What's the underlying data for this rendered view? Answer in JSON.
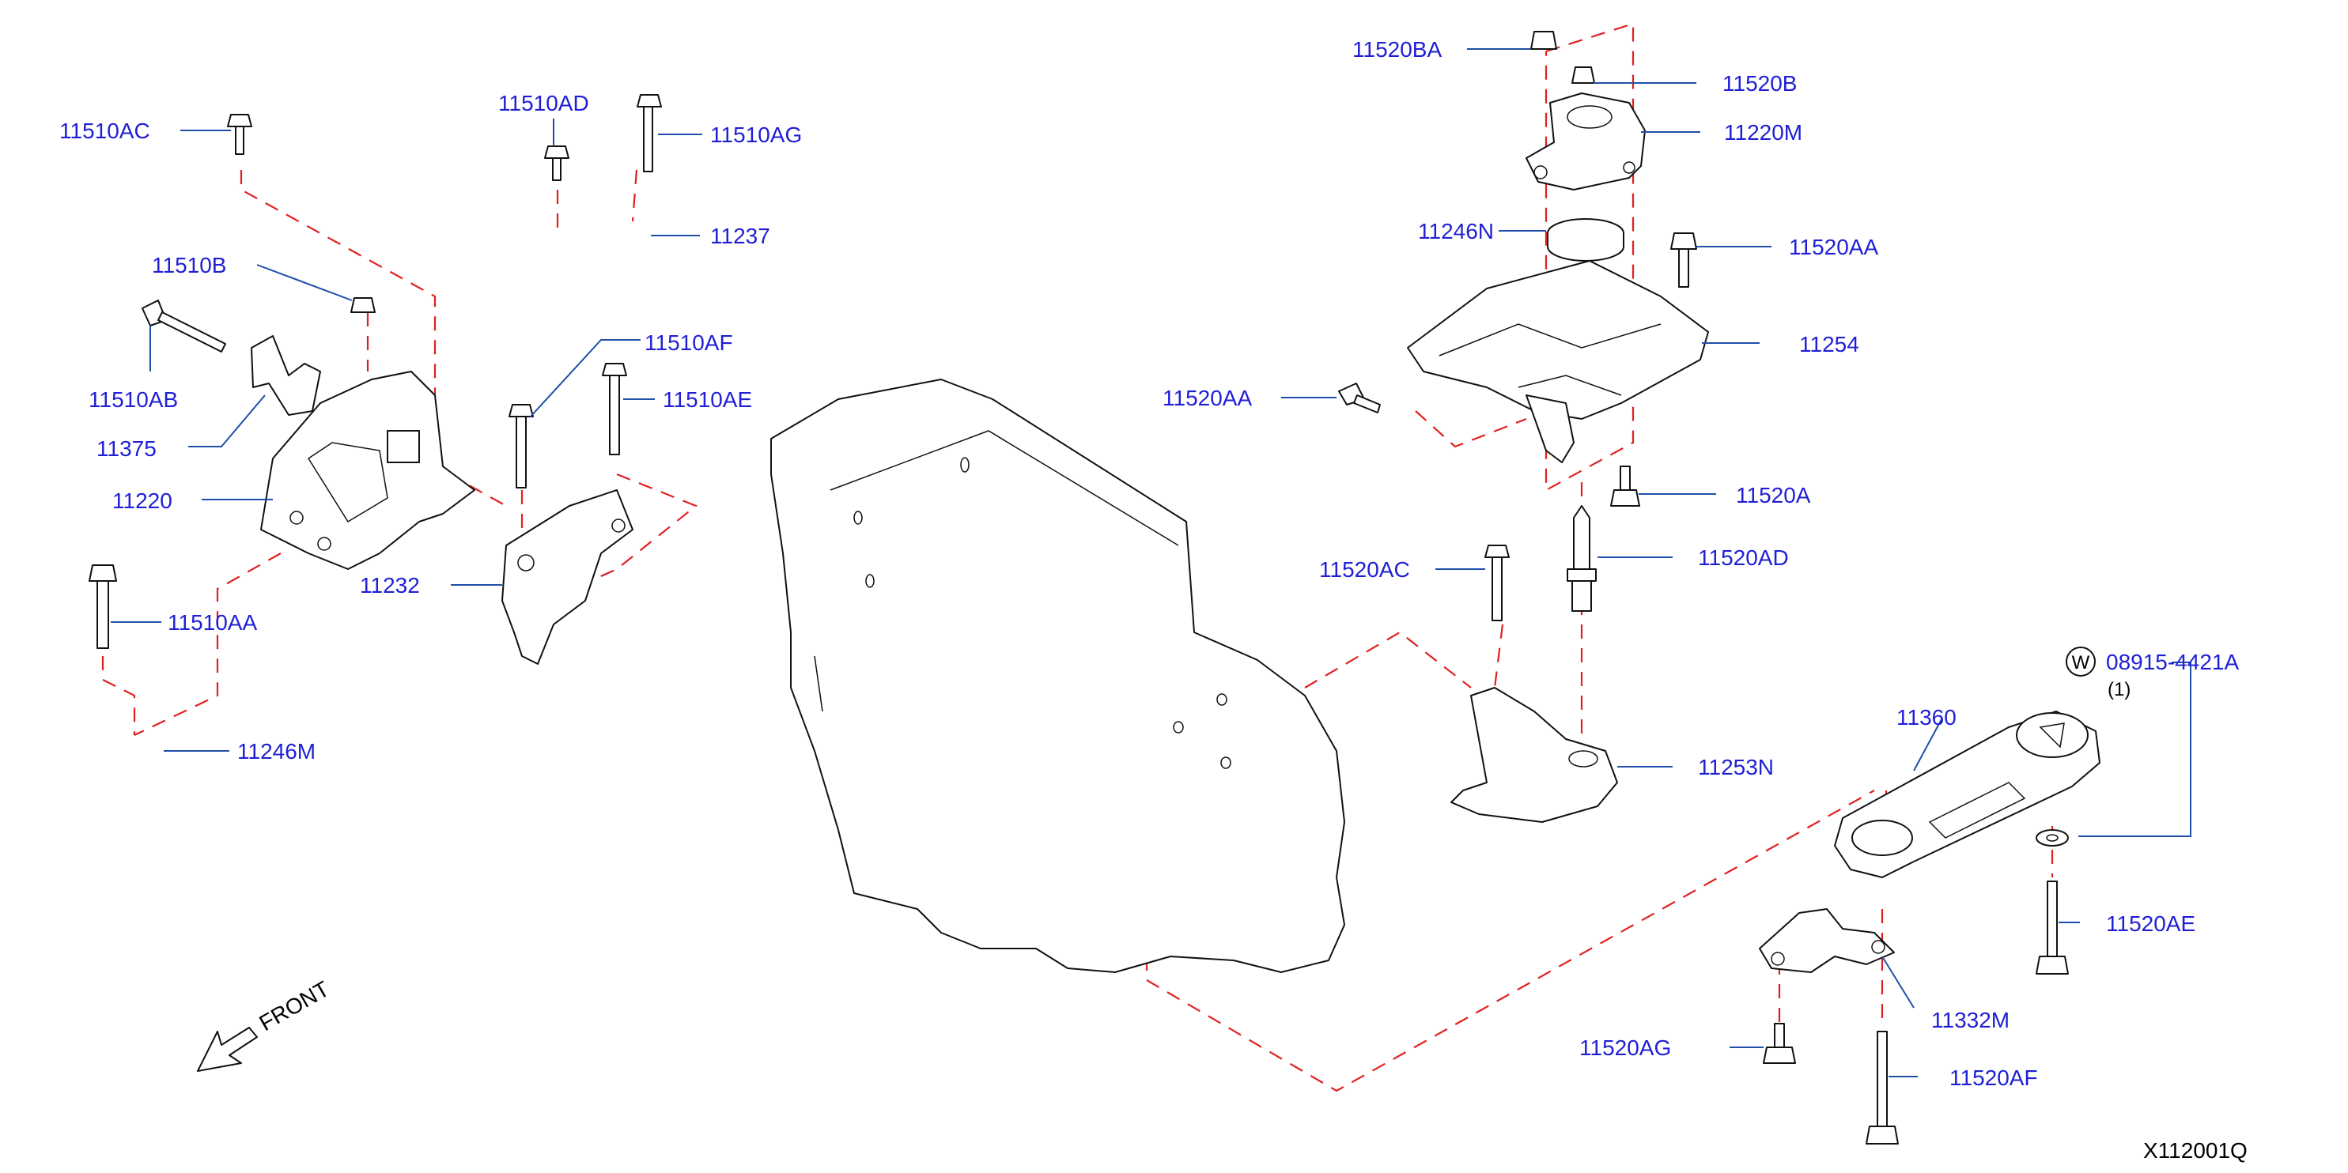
{
  "diagram_code": "X112001Q",
  "front_label": "FRONT",
  "circled_w": "W",
  "quantity_note": "(1)",
  "colors": {
    "label": "#1f1fd6",
    "leader": "#1f4fa8",
    "dash": "#e02020",
    "outline": "#111111"
  },
  "labels": {
    "p11510AC": "11510AC",
    "p11510AD": "11510AD",
    "p11510AG": "11510AG",
    "p11237": "11237",
    "p11510B": "11510B",
    "p11510AB": "11510AB",
    "p11375": "11375",
    "p11220": "11220",
    "p11510AF": "11510AF",
    "p11510AE": "11510AE",
    "p11232": "11232",
    "p11510AA": "11510AA",
    "p11246M": "11246M",
    "p11520BA": "11520BA",
    "p11520B": "11520B",
    "p11220M": "11220M",
    "p11246N": "11246N",
    "p11520AA_r": "11520AA",
    "p11254": "11254",
    "p11520AA_l": "11520AA",
    "p11520A": "11520A",
    "p11520AC": "11520AC",
    "p11520AD": "11520AD",
    "p08915": "08915-4421A",
    "p11360": "11360",
    "p11253N": "11253N",
    "p11520AE": "11520AE",
    "p11332M": "11332M",
    "p11520AG": "11520AG",
    "p11520AF": "11520AF"
  }
}
